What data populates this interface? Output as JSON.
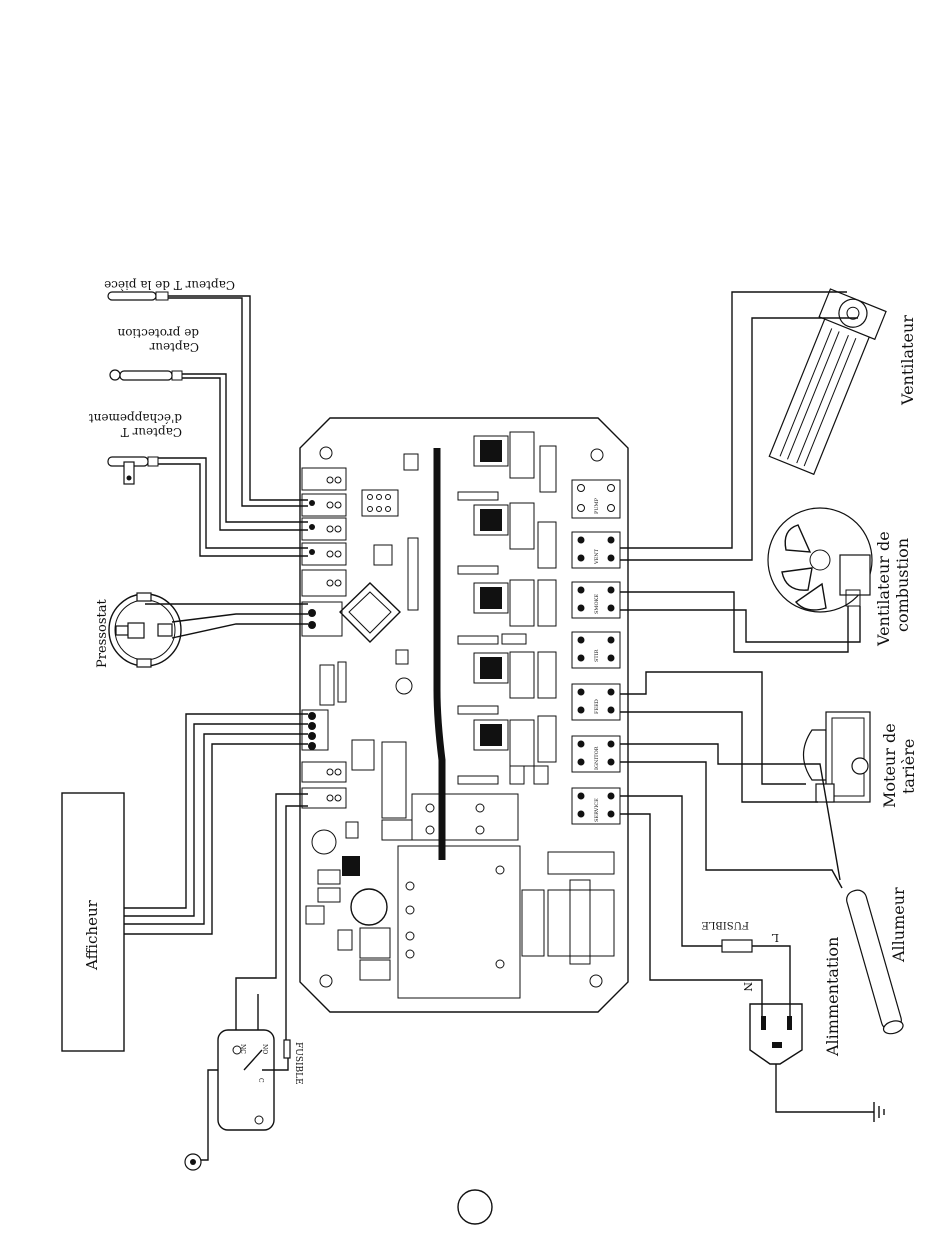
{
  "labels": {
    "capteur_piece": "Capteur T de la pièce",
    "capteur_protection_1": "Capteur",
    "capteur_protection_2": "de protection",
    "capteur_echappement_1": "Capteur T",
    "capteur_echappement_2": "d'échappement",
    "pressostat": "Pressostat",
    "afficheur": "Afficheur",
    "fusible_switch": "FUSIBLE",
    "ventilateur": "Ventilateur",
    "ventilateur_combustion_1": "Ventilateur de",
    "ventilateur_combustion_2": "combustion",
    "moteur_tariere_1": "Moteur de",
    "moteur_tariere_2": "tarière",
    "allumeur": "Allumeur",
    "alimentation": "Alimmentation",
    "fusible_power": "FUSIBLE",
    "phase_l": "L",
    "neutral_n": "N"
  },
  "terminals": [
    "PUMP",
    "VENT",
    "SMOKE",
    "STIR",
    "FEED",
    "IGNITOR",
    "SERVICE"
  ],
  "switch_marks": [
    "NC",
    "NO",
    "C"
  ],
  "colors": {
    "ink": "#111111",
    "paper": "#ffffff"
  }
}
